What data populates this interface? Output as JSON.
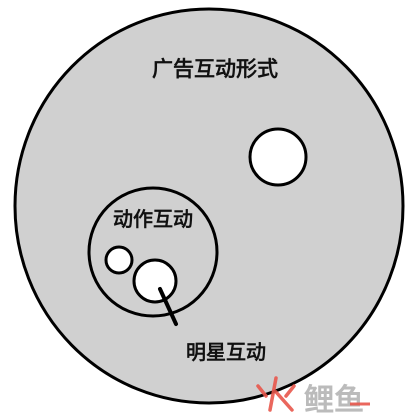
{
  "diagram": {
    "outer_label": "广告互动形式",
    "inner_label": "动作互动",
    "pointer_label": "明星互动",
    "watermark_text": "鲤鱼",
    "colors": {
      "outer_fill": "#d0d0d0",
      "stroke": "#000000",
      "inner_fill": "#d0d0d0",
      "hole_fill": "#ffffff",
      "label": "#111111",
      "watermark_red": "#e8574c",
      "watermark_gray": "#b0b0b0"
    }
  }
}
